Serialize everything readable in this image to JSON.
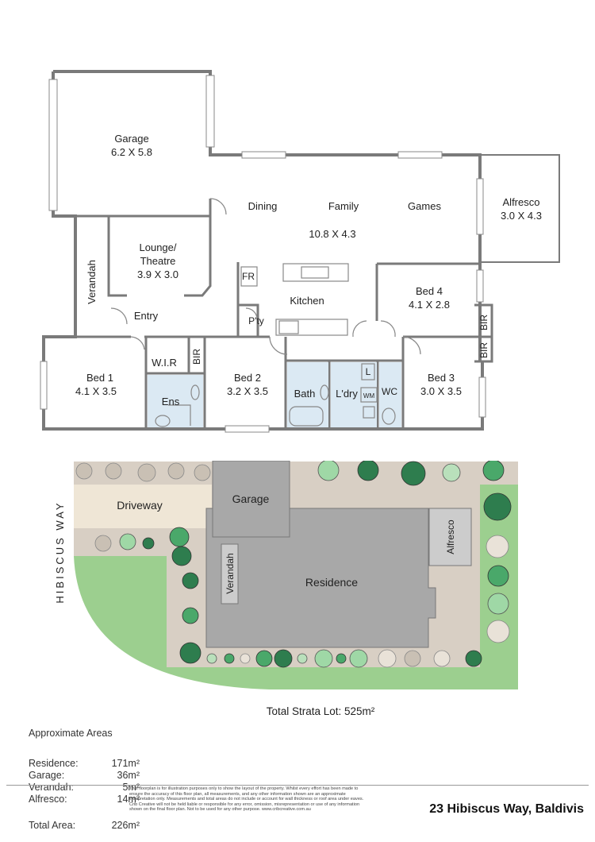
{
  "floorplan": {
    "rooms": {
      "garage": {
        "name": "Garage",
        "dims": "6.2 X 5.8"
      },
      "dining": {
        "name": "Dining"
      },
      "family": {
        "name": "Family",
        "dims": "10.8 X 4.3"
      },
      "games": {
        "name": "Games"
      },
      "alfresco": {
        "name": "Alfresco",
        "dims": "3.0 X 4.3"
      },
      "lounge": {
        "name1": "Lounge/",
        "name2": "Theatre",
        "dims": "3.9 X 3.0"
      },
      "verandah": {
        "name": "Verandah"
      },
      "entry": {
        "name": "Entry"
      },
      "kitchen": {
        "name": "Kitchen"
      },
      "fr": {
        "name": "FR"
      },
      "pantry": {
        "name": "P'ty"
      },
      "bed4": {
        "name": "Bed 4",
        "dims": "4.1 X 2.8"
      },
      "bir1": {
        "name": "BIR"
      },
      "bir2": {
        "name": "BIR"
      },
      "bir3": {
        "name": "BIR"
      },
      "bed1": {
        "name": "Bed 1",
        "dims": "4.1 X 3.5"
      },
      "wir": {
        "name": "W.I.R"
      },
      "ens": {
        "name": "Ens"
      },
      "bed2": {
        "name": "Bed 2",
        "dims": "3.2 X 3.5"
      },
      "bath": {
        "name": "Bath"
      },
      "laundry": {
        "name": "L'dry"
      },
      "l": {
        "name": "L"
      },
      "wm": {
        "name": "WM"
      },
      "wc": {
        "name": "WC"
      },
      "bed3": {
        "name": "Bed 3",
        "dims": "3.0 X 3.5"
      }
    }
  },
  "siteplan": {
    "street": "HIBISCUS WAY",
    "driveway": "Driveway",
    "garage": "Garage",
    "verandah": "Verandah",
    "residence": "Residence",
    "alfresco": "Alfresco",
    "total_lot": "Total Strata Lot: 525m²"
  },
  "areas": {
    "heading": "Approximate Areas",
    "rows": [
      {
        "label": "Residence:",
        "value": "171m²"
      },
      {
        "label": "Garage:",
        "value": "36m²"
      },
      {
        "label": "Verandah:",
        "value": "5m²"
      },
      {
        "label": "Alfresco:",
        "value": "14m²"
      }
    ],
    "total_label": "Total Area:",
    "total_value": "226m²"
  },
  "disclaimer": "This floorplan is for illustration purposes only to show the layout of the property. Whilst every effort has been made to ensure the accuracy of this floor plan, all measurements, and any other information shown are an approximate interpretation only. Measurements and total areas do not include or account for wall thickness or roof area under eaves. Crib Creative will not be held liable or responsible for any error, omission, misrepresentation or use of any information shown on the final floor plan. Not to be used for any other purpose. www.cribcreative.com.au",
  "address": "23 Hibiscus Way, Baldivis",
  "colors": {
    "wall": "#7a7a7a",
    "tile": "#dbe9f3",
    "building": "#a8a8a8",
    "path": "#d8cfc4",
    "lawn": "#9ccf8f",
    "driveway": "#efe6d6"
  }
}
